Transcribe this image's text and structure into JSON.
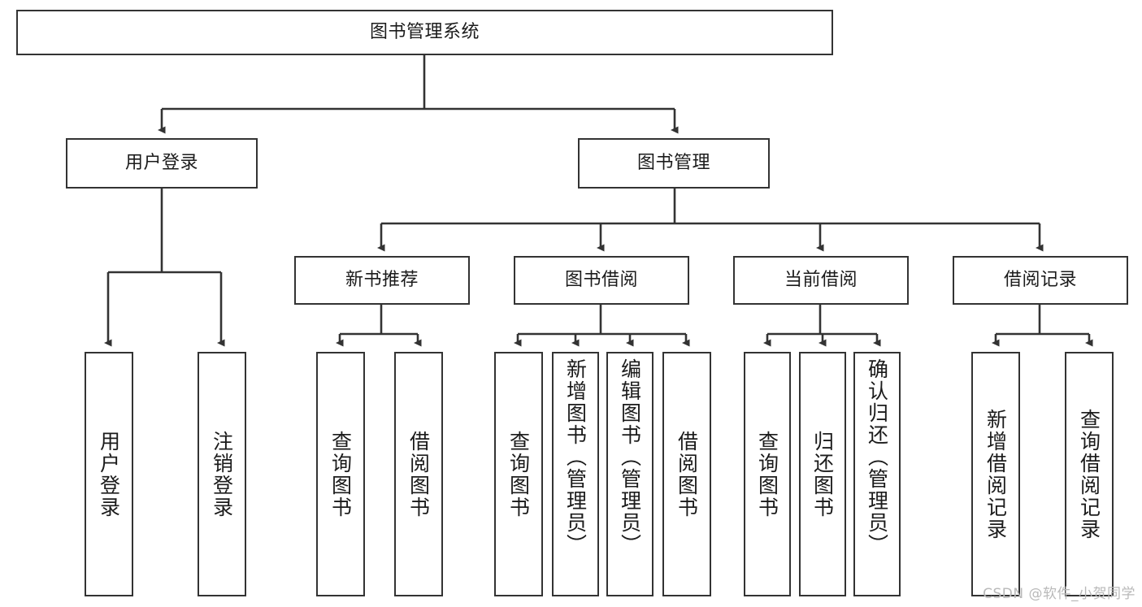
{
  "diagram": {
    "title": "图书管理系统",
    "type": "tree-hierarchy-diagram",
    "colors": {
      "box_border": "#333333",
      "box_fill": "#ffffff",
      "edge": "#333333",
      "text": "#1b1b1b",
      "watermark": "#b9b9b9",
      "background": "#ffffff"
    },
    "root": {
      "label": "图书管理系统"
    },
    "level2": [
      {
        "label": "用户登录"
      },
      {
        "label": "图书管理"
      }
    ],
    "level3": [
      {
        "label": "新书推荐"
      },
      {
        "label": "图书借阅"
      },
      {
        "label": "当前借阅"
      },
      {
        "label": "借阅记录"
      }
    ],
    "leaves": {
      "user_login": [
        {
          "label": "用户登录"
        },
        {
          "label": "注销登录"
        }
      ],
      "new_book": [
        {
          "label": "查询图书"
        },
        {
          "label": "借阅图书"
        }
      ],
      "book_borrow": [
        {
          "label": "查询图书"
        },
        {
          "label": "新增图书（管理员）"
        },
        {
          "label": "编辑图书（管理员）"
        },
        {
          "label": "借阅图书"
        }
      ],
      "current_borrow": [
        {
          "label": "查询图书"
        },
        {
          "label": "归还图书"
        },
        {
          "label": "确认归还（管理员）"
        }
      ],
      "borrow_record": [
        {
          "label": "新增借阅记录"
        },
        {
          "label": "查询借阅记录"
        }
      ]
    },
    "watermark": "CSDN @软件_小贺同学"
  }
}
